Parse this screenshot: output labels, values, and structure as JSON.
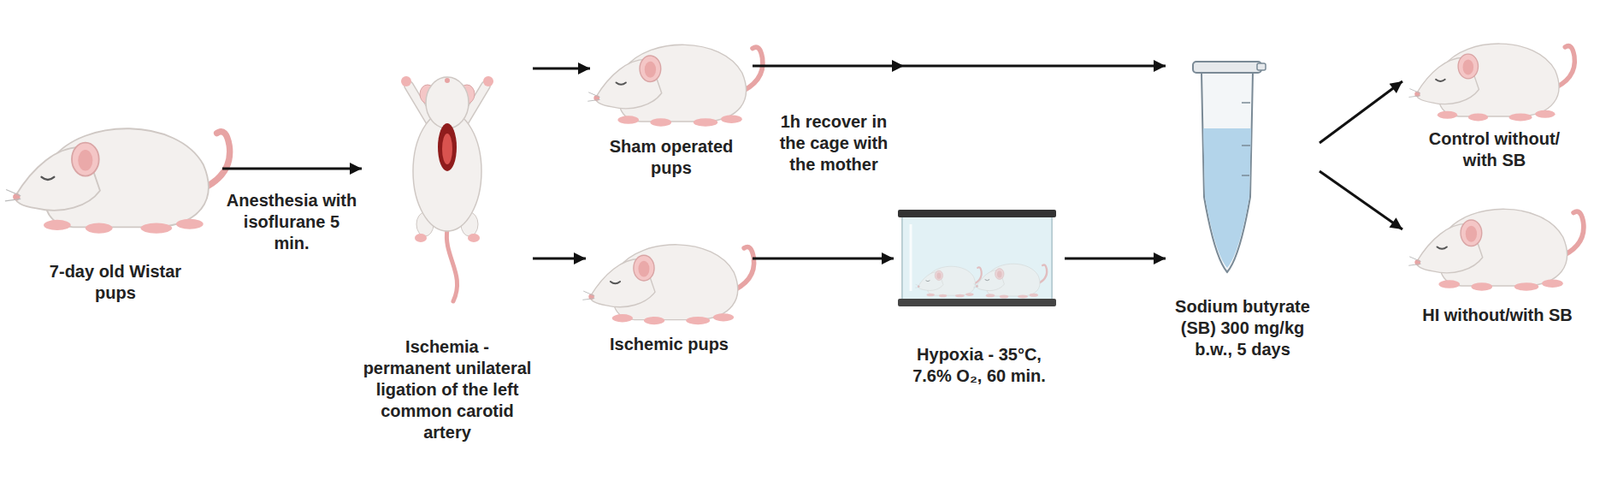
{
  "diagram": {
    "nodes": [
      {
        "text": [
          "7-day old Wistar pups"
        ]
      },
      {
        "text": [
          "Ischemia - permanent unilateral ligation of the left common carotid artery"
        ]
      },
      {
        "text": [
          "Sham operated pups"
        ]
      },
      {
        "text": [
          "Ischemic pups"
        ]
      },
      {
        "text": [
          "Hypoxia - 35°C, 7.6% O₂, 60 min."
        ]
      },
      {
        "text": [
          "Sodium butyrate (SB) 300 mg/kg b.w., 5 days"
        ]
      },
      {
        "text": [
          "Control without/ with SB"
        ]
      },
      {
        "text": [
          "HI without/with SB"
        ]
      }
    ],
    "edges": [
      {
        "from": 0,
        "to": 1,
        "arrow": "to",
        "label": "Anesthesia with isoflurane 5 min."
      },
      {
        "from": 1,
        "to": 2,
        "arrow": "to"
      },
      {
        "from": 1,
        "to": 3,
        "arrow": "to"
      },
      {
        "from": 2,
        "to": 5,
        "arrow": "to",
        "label": "1h recover in the cage with the mother"
      },
      {
        "from": 3,
        "to": 4,
        "arrow": "to"
      },
      {
        "from": 4,
        "to": 5,
        "arrow": "to"
      },
      {
        "from": 5,
        "to": 6,
        "arrow": "to"
      },
      {
        "from": 5,
        "to": 7,
        "arrow": "to"
      }
    ]
  }
}
